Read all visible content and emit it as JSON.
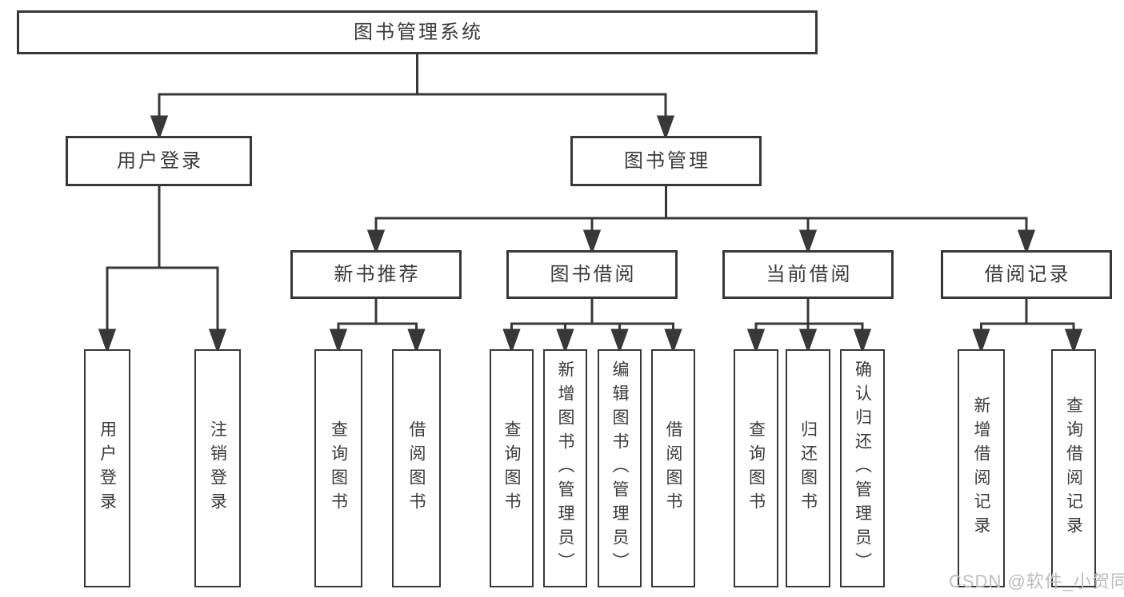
{
  "diagram_type": "functional-structure-tree",
  "tree": {
    "label": "图书管理系统",
    "children": [
      {
        "label": "用户登录",
        "children": [
          {
            "label": "用户登录"
          },
          {
            "label": "注销登录"
          }
        ]
      },
      {
        "label": "图书管理",
        "children": [
          {
            "label": "新书推荐",
            "children": [
              {
                "label": "查询图书"
              },
              {
                "label": "借阅图书"
              }
            ]
          },
          {
            "label": "图书借阅",
            "children": [
              {
                "label": "查询图书"
              },
              {
                "label": "新增图书（管理员）"
              },
              {
                "label": "编辑图书（管理员）"
              },
              {
                "label": "借阅图书"
              }
            ]
          },
          {
            "label": "当前借阅",
            "children": [
              {
                "label": "查询图书"
              },
              {
                "label": "归还图书"
              },
              {
                "label": "确认归还（管理员）"
              }
            ]
          },
          {
            "label": "借阅记录",
            "children": [
              {
                "label": "新增借阅记录"
              },
              {
                "label": "查询借阅记录"
              }
            ]
          }
        ]
      }
    ]
  },
  "watermark": {
    "text": "CSDN @软件_小贺同学"
  },
  "colors": {
    "line": "#383838",
    "text": "#3a3a3a",
    "box_fill": "#ffffff",
    "watermark": "#bdbdbd",
    "background": "#ffffff"
  }
}
